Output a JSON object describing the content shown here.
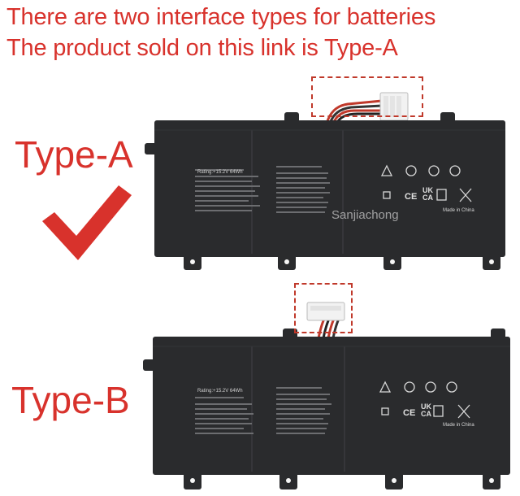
{
  "headline": {
    "line1": "There are two interface types for batteries",
    "line2": "The product sold on this link is Type-A"
  },
  "types": {
    "a_label": "Type-A",
    "b_label": "Type-B"
  },
  "battery_a": {
    "rating": "Rating:+15.2V 64Wh",
    "made_in": "Made in China",
    "cert_ce": "CE",
    "cert_ukca_top": "UK",
    "cert_ukca_bottom": "CA"
  },
  "battery_b": {
    "rating": "Rating:+15.2V 64Wh",
    "made_in": "Made in China",
    "cert_ce": "CE",
    "cert_ukca_top": "UK",
    "cert_ukca_bottom": "CA"
  },
  "watermark": "Sanjiachong",
  "colors": {
    "accent_red": "#d8322c",
    "battery_body": "#2a2b2d"
  }
}
